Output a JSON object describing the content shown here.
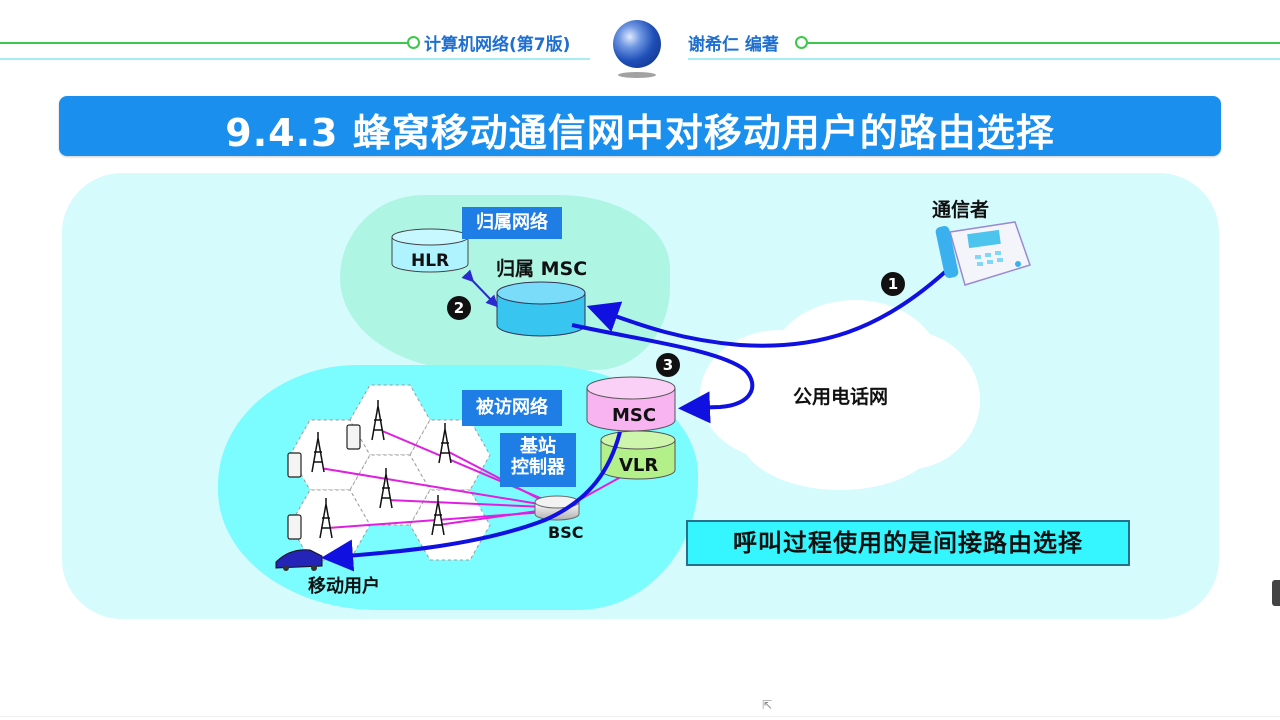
{
  "header": {
    "book_title": "计算机网络(第7版)",
    "author": "谢希仁 编著",
    "logo_icon": "globe-icon",
    "colors": {
      "line_green": "#3cc84a",
      "line_light_blue": "#a8ecf6",
      "text_blue": "#1e6fd0"
    }
  },
  "slide": {
    "title": "9.4.3  蜂窝移动通信网中对移动用户的路由选择",
    "title_bar_color": "#1a8fee",
    "summary": "呼叫过程使用的是间接路由选择"
  },
  "diagram": {
    "home_network_label": "归属网络",
    "hlr_label": "HLR",
    "home_msc_label": "归属 MSC",
    "visited_network_label": "被访网络",
    "bsc_label_box": "基站\n控制器",
    "bsc_label_line1": "基站",
    "bsc_label_line2": "控制器",
    "msc_label": "MSC",
    "vlr_label": "VLR",
    "bsc_label": "BSC",
    "caller_label": "通信者",
    "pstn_label": "公用电话网",
    "mobile_user_label": "移动用户",
    "steps": [
      "1",
      "2",
      "3"
    ],
    "colors": {
      "panel_bg": "#d6fbfd",
      "home_blob": "#aef5e4",
      "visited_blob": "#7bfcff",
      "arrow_blue": "#1010e0",
      "radio_link_magenta": "#e020e0",
      "msc_pink": "#f8b4f0",
      "vlr_green": "#b4f08a",
      "home_msc_cyan": "#38c6f0",
      "hlr_cyan": "#aef3ff"
    }
  }
}
